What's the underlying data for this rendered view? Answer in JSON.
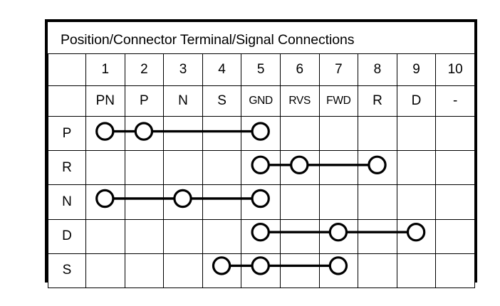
{
  "diagram": {
    "title": "Position/Connector Terminal/Signal Connections",
    "terminal_header_label": "",
    "terminals": [
      {
        "number": "1",
        "signal": "PN"
      },
      {
        "number": "2",
        "signal": "P"
      },
      {
        "number": "3",
        "signal": "N"
      },
      {
        "number": "4",
        "signal": "S"
      },
      {
        "number": "5",
        "signal": "GND"
      },
      {
        "number": "6",
        "signal": "RVS"
      },
      {
        "number": "7",
        "signal": "FWD"
      },
      {
        "number": "8",
        "signal": "R"
      },
      {
        "number": "9",
        "signal": "D"
      },
      {
        "number": "10",
        "signal": "-"
      }
    ],
    "positions": [
      {
        "label": "P",
        "connected_terminals": [
          1,
          2,
          5
        ]
      },
      {
        "label": "R",
        "connected_terminals": [
          5,
          6,
          8
        ]
      },
      {
        "label": "N",
        "connected_terminals": [
          1,
          3,
          5
        ]
      },
      {
        "label": "D",
        "connected_terminals": [
          5,
          7,
          9
        ]
      },
      {
        "label": "S",
        "connected_terminals": [
          4,
          5,
          7
        ]
      }
    ],
    "colors": {
      "line": "#000000",
      "node_fill": "#ffffff",
      "background": "#ffffff",
      "border": "#000000"
    },
    "geometry": {
      "label_col_width": 53,
      "term_col_width": 54.6,
      "termnum_row_height": 44,
      "signal_row_height": 42,
      "data_row_height": 47.2,
      "node_radius": 11.6
    }
  }
}
